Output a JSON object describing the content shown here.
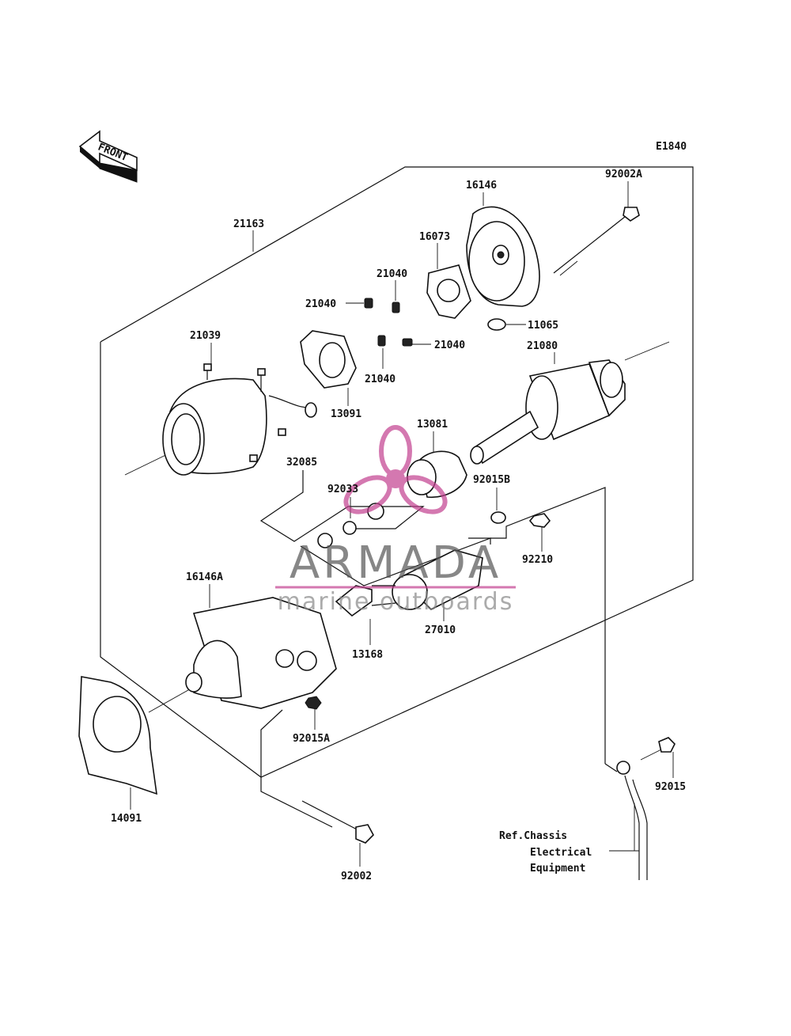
{
  "diagram_code": "E1840",
  "front_label": "FRONT",
  "watermark": {
    "brand": "ARMADA",
    "tagline": "marine outboards"
  },
  "parts": {
    "p21163": "21163",
    "p16146": "16146",
    "p92002A": "92002A",
    "p16073": "16073",
    "p21040a": "21040",
    "p21040b": "21040",
    "p21040c": "21040",
    "p21040d": "21040",
    "p11065": "11065",
    "p21039": "21039",
    "p13091": "13091",
    "p21080": "21080",
    "p13081": "13081",
    "p32085": "32085",
    "p92033": "92033",
    "p92015B": "92015B",
    "p92210": "92210",
    "p16146A": "16146A",
    "p27010": "27010",
    "p13168": "13168",
    "p92015A": "92015A",
    "p14091": "14091",
    "p92015": "92015",
    "p92002": "92002"
  },
  "reference_note": {
    "line1": "Ref.Chassis",
    "line2": "Electrical",
    "line3": "Equipment"
  }
}
